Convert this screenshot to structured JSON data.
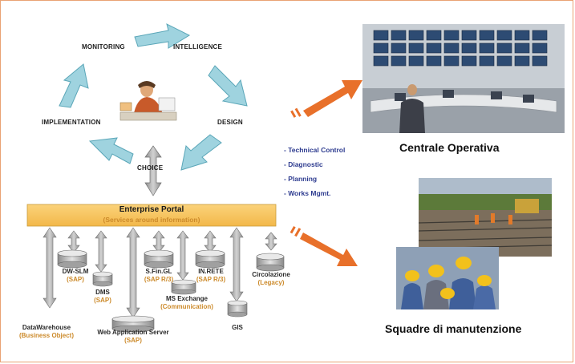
{
  "cycle": {
    "steps": [
      "MONITORING",
      "INTELLIGENCE",
      "DESIGN",
      "CHOICE",
      "IMPLEMENTATION"
    ]
  },
  "portal": {
    "title": "Enterprise Portal",
    "subtitle": "(Services around information)"
  },
  "systems": [
    {
      "name": "DataWarehouse",
      "tag": "(Business Object)"
    },
    {
      "name": "DW-SLM",
      "tag": "(SAP)"
    },
    {
      "name": "DMS",
      "tag": "(SAP)"
    },
    {
      "name": "Web Application Server",
      "tag": "(SAP)"
    },
    {
      "name": "S.Fin.GL",
      "tag": "(SAP R/3)"
    },
    {
      "name": "MS Exchange",
      "tag": "(Communication)"
    },
    {
      "name": "IN.RETE",
      "tag": "(SAP R/3)"
    },
    {
      "name": "GIS",
      "tag": ""
    },
    {
      "name": "Circolazione",
      "tag": "(Legacy)"
    }
  ],
  "tasks": [
    "- Technical Control",
    "- Diagnostic",
    "- Planning",
    "- Works Mgmt."
  ],
  "destinations": {
    "control_room": "Centrale Operativa",
    "maintenance": "Squadre di manutenzione"
  },
  "colors": {
    "cycle_arrow": "#9fd3df",
    "cycle_arrow_edge": "#5aa6b8",
    "portal_bar": "#f6c35a",
    "portal_sub": "#cc8a2a",
    "orange_arrow": "#e8702a",
    "bullet_text": "#2d3b8f",
    "frame": "#e9a374"
  },
  "icons": [
    "person-at-desk-icon",
    "database-cylinder-icon",
    "double-arrow-icon"
  ]
}
